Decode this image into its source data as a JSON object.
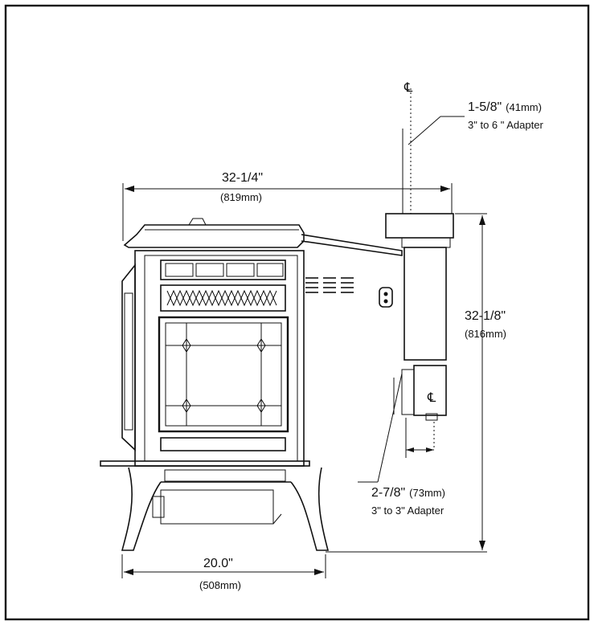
{
  "labels": {
    "centerline_top": "℄",
    "centerline_pipe": "℄",
    "offset_top_value": "1-5/8\"",
    "offset_top_mm": "(41mm)",
    "offset_top_adapter": "3\" to 6 \" Adapter",
    "depth_value": "32-1/4\"",
    "depth_mm": "(819mm)",
    "height_value": "32-1/8\"",
    "height_mm": "(816mm)",
    "offset_bottom_value": "2-7/8\"",
    "offset_bottom_mm": "(73mm)",
    "offset_bottom_adapter": "3\" to 3\" Adapter",
    "width_value": "20.0\"",
    "width_mm": "(508mm)"
  },
  "colors": {
    "line": "#111111",
    "background": "#ffffff"
  }
}
